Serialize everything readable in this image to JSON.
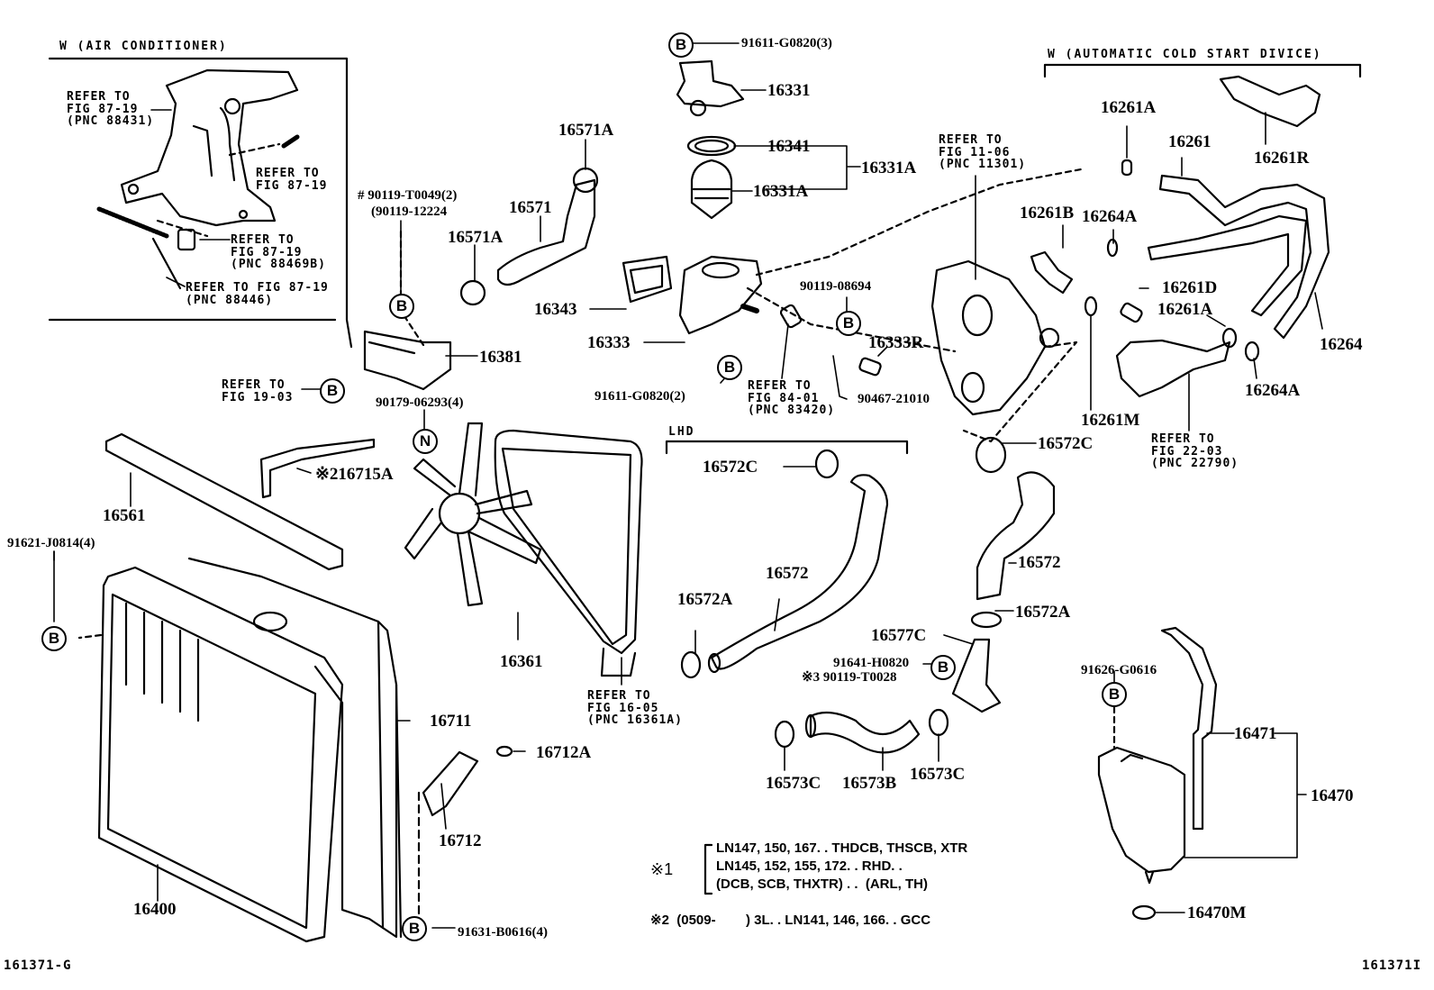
{
  "diagram": {
    "footer_left": "161371-G",
    "footer_right": "161371I",
    "sections": {
      "air_conditioner": "W (AIR CONDITIONER)",
      "cold_start": "W (AUTOMATIC COLD START DIVICE)",
      "lhd": "LHD"
    },
    "refer_notes": {
      "ac_1": "REFER TO\nFIG 87-19\n(PNC 88431)",
      "ac_2": "REFER TO\nFIG 87-19",
      "ac_3": "REFER TO\nFIG 87-19\n(PNC 88469B)",
      "ac_4": "REFER TO FIG 87-19\n(PNC 88446)",
      "fig_19_03": "REFER TO\nFIG 19-03",
      "fig_11_06": "REFER TO\nFIG 11-06\n(PNC 11301)",
      "fig_84_01": "REFER TO\nFIG 84-01\n(PNC 83420)",
      "fig_22_03": "REFER TO\nFIG 22-03\n(PNC 22790)",
      "fig_16_05": "REFER TO\nFIG 16-05\n(PNC 16361A)"
    },
    "part_labels": {
      "p16331": "16331",
      "p16341": "16341",
      "p16331A_group": "16331A",
      "p16331A": "16331A",
      "p16343": "16343",
      "p16333": "16333",
      "p16333R": "16333R",
      "p16571A_top": "16571A",
      "p16571": "16571",
      "p16571A_bot": "16571A",
      "p16381": "16381",
      "p16715A": "※216715A",
      "p16561": "16561",
      "p16361": "16361",
      "p16711": "16711",
      "p16712A": "16712A",
      "p16712": "16712",
      "p16400": "16400",
      "p16572C_lhd": "16572C",
      "p16572_lhd": "16572",
      "p16572A_lhd": "16572A",
      "p16572C": "16572C",
      "p16572": "16572",
      "p16572A": "16572A",
      "p16577C": "16577C",
      "p16573C_left": "16573C",
      "p16573B": "16573B",
      "p16573C_right": "16573C",
      "p16261A_top": "16261A",
      "p16261": "16261",
      "p16261R": "16261R",
      "p16261B": "16261B",
      "p16264A_top": "16264A",
      "p16261D": "16261D",
      "p16261A_mid": "16261A",
      "p16264": "16264",
      "p16264A": "16264A",
      "p16261M": "16261M",
      "p16471": "16471",
      "p16470": "16470",
      "p16470M": "16470M"
    },
    "fasteners": {
      "f91611_3": "91611-G0820(3)",
      "f90119_T0049": "# 90119-T0049(2)",
      "f90119_12224": "(90119-12224",
      "f90119_08694": "90119-08694",
      "f91611_2": "91611-G0820(2)",
      "f90467": "90467-21010",
      "f90179": "90179-06293(4)",
      "f91621": "91621-J0814(4)",
      "f91641": "91641-H0820",
      "f90119_T0028": "※3 90119-T0028",
      "f91626": "91626-G0616",
      "f91631": "91631-B0616(4)"
    },
    "markers": {
      "bolt": "B",
      "nut": "N"
    },
    "notes": {
      "n1_mark": "※1",
      "n1_lines": "LN147, 150, 167. . THDCB, THSCB, XTR\nLN145, 152, 155, 172. . RHD. .\n(DCB, SCB, THXTR) . .  (ARL, TH)",
      "n2": "※2  (0509-        ) 3L. . LN141, 146, 166. . GCC"
    }
  }
}
